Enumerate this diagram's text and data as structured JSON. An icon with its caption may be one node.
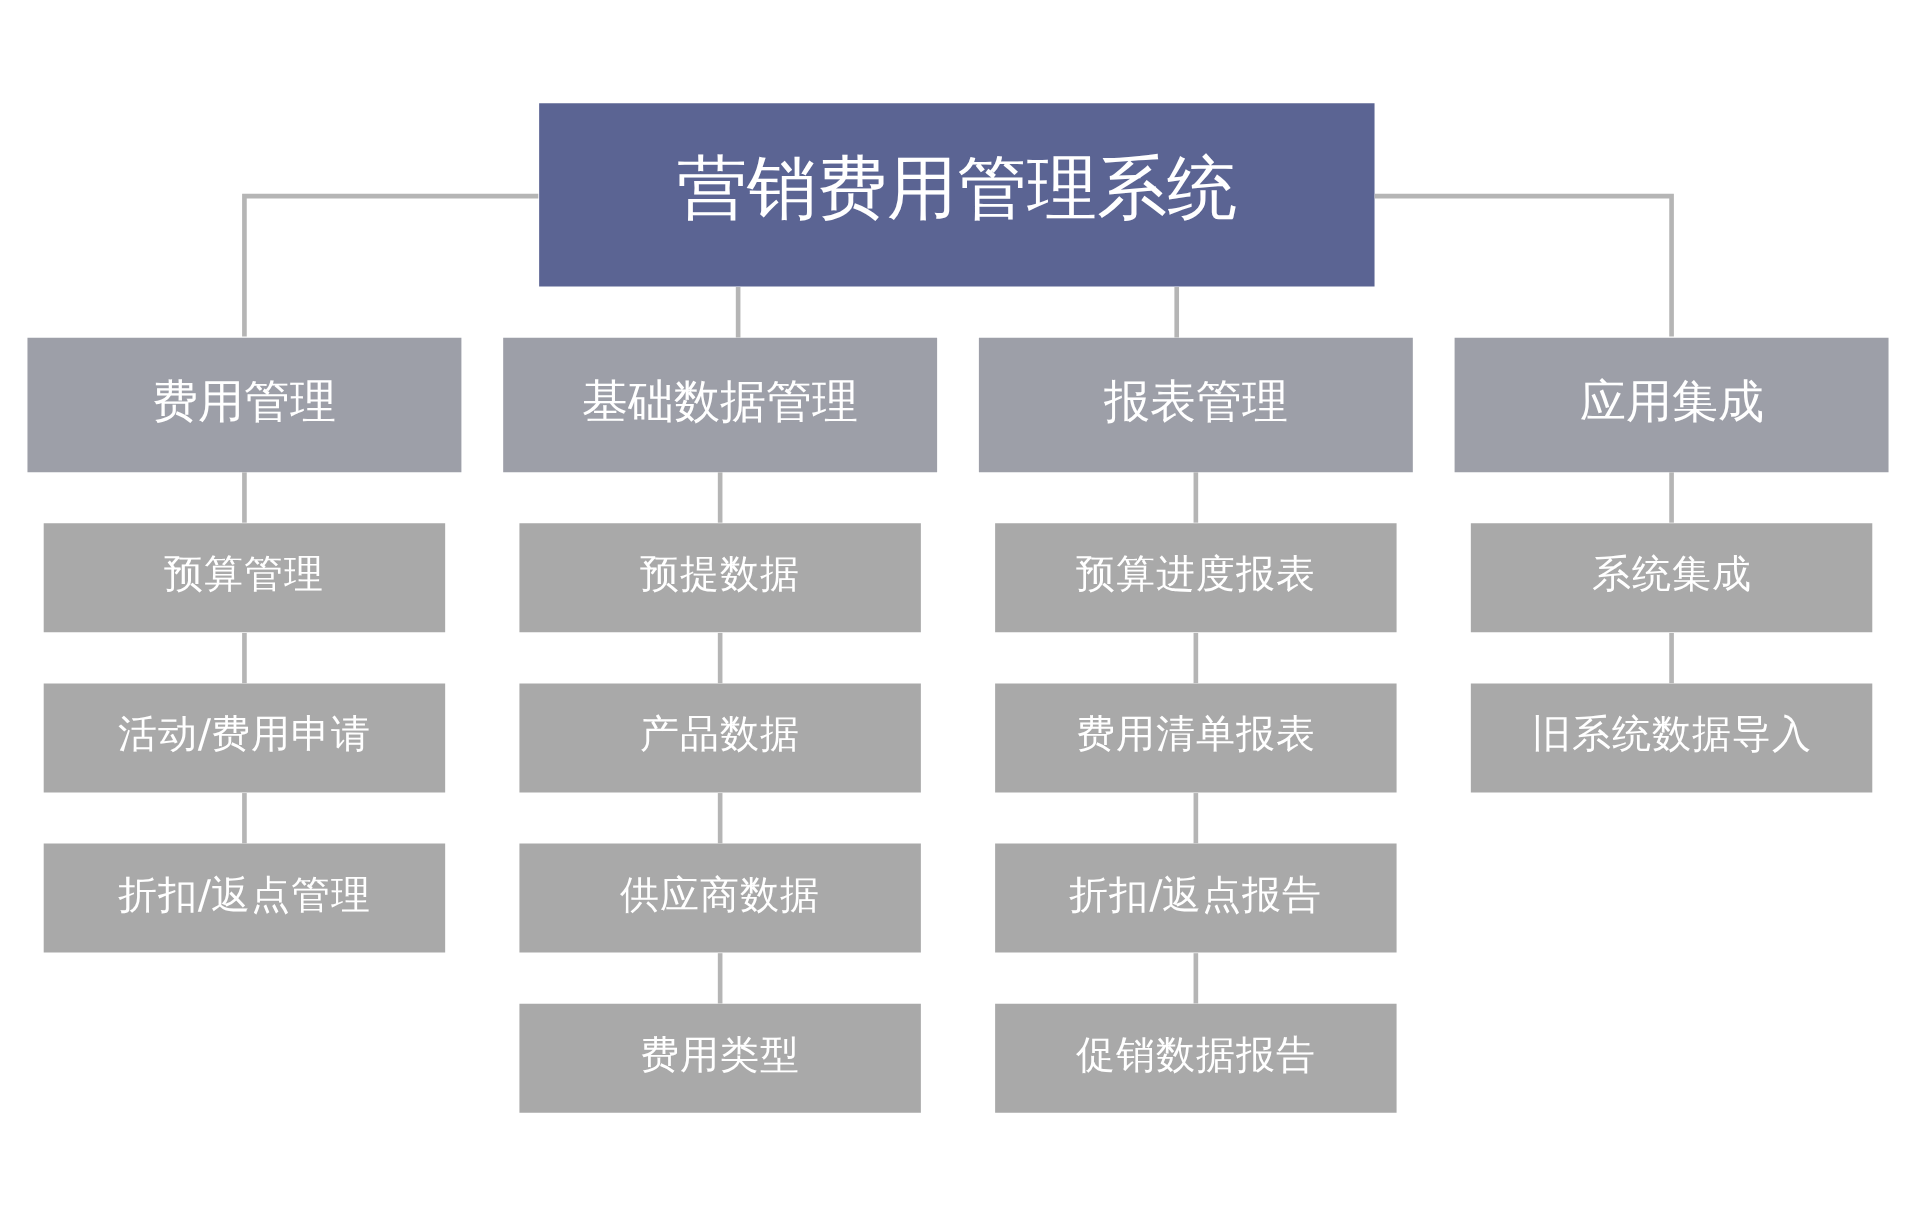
{
  "diagram": {
    "nodes": [
      {
        "text": [
          "营销费用管理系统"
        ]
      },
      {
        "text": [
          "费用管理"
        ]
      },
      {
        "text": [
          "基础数据管理"
        ]
      },
      {
        "text": [
          "报表管理"
        ]
      },
      {
        "text": [
          "应用集成"
        ]
      },
      {
        "text": [
          "预算管理"
        ]
      },
      {
        "text": [
          "活动/费用申请"
        ]
      },
      {
        "text": [
          "折扣/返点管理"
        ]
      },
      {
        "text": [
          "预提数据"
        ]
      },
      {
        "text": [
          "产品数据"
        ]
      },
      {
        "text": [
          "供应商数据"
        ]
      },
      {
        "text": [
          "费用类型"
        ]
      },
      {
        "text": [
          "预算进度报表"
        ]
      },
      {
        "text": [
          "费用清单报表"
        ]
      },
      {
        "text": [
          "折扣/返点报告"
        ]
      },
      {
        "text": [
          "促销数据报告"
        ]
      },
      {
        "text": [
          "系统集成"
        ]
      },
      {
        "text": [
          "旧系统数据导入"
        ]
      }
    ],
    "edges": [
      {
        "from": 0,
        "to": 1,
        "arrow": "none"
      },
      {
        "from": 0,
        "to": 2,
        "arrow": "none"
      },
      {
        "from": 0,
        "to": 3,
        "arrow": "none"
      },
      {
        "from": 0,
        "to": 4,
        "arrow": "none"
      },
      {
        "from": 1,
        "to": 5,
        "arrow": "none"
      },
      {
        "from": 5,
        "to": 6,
        "arrow": "none"
      },
      {
        "from": 6,
        "to": 7,
        "arrow": "none"
      },
      {
        "from": 2,
        "to": 8,
        "arrow": "none"
      },
      {
        "from": 8,
        "to": 9,
        "arrow": "none"
      },
      {
        "from": 9,
        "to": 10,
        "arrow": "none"
      },
      {
        "from": 10,
        "to": 11,
        "arrow": "none"
      },
      {
        "from": 3,
        "to": 12,
        "arrow": "none"
      },
      {
        "from": 12,
        "to": 13,
        "arrow": "none"
      },
      {
        "from": 13,
        "to": 14,
        "arrow": "none"
      },
      {
        "from": 14,
        "to": 15,
        "arrow": "none"
      },
      {
        "from": 4,
        "to": 16,
        "arrow": "none"
      },
      {
        "from": 16,
        "to": 17,
        "arrow": "none"
      }
    ]
  }
}
